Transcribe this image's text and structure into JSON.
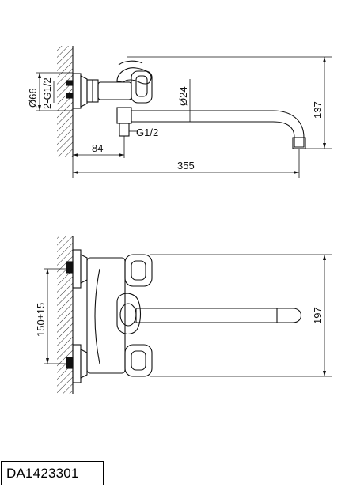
{
  "drawing": {
    "top_view": {
      "labels": {
        "flange_diameter": "Ø66",
        "inlet_thread": "2-G1/2",
        "spout_diameter": "Ø24",
        "outlet_thread": "G1/2",
        "outlet_offset": "84",
        "total_reach": "355",
        "total_height": "137"
      }
    },
    "front_view": {
      "labels": {
        "center_distance": "150±15",
        "body_height": "197"
      }
    }
  },
  "model_code": "DA1423301"
}
